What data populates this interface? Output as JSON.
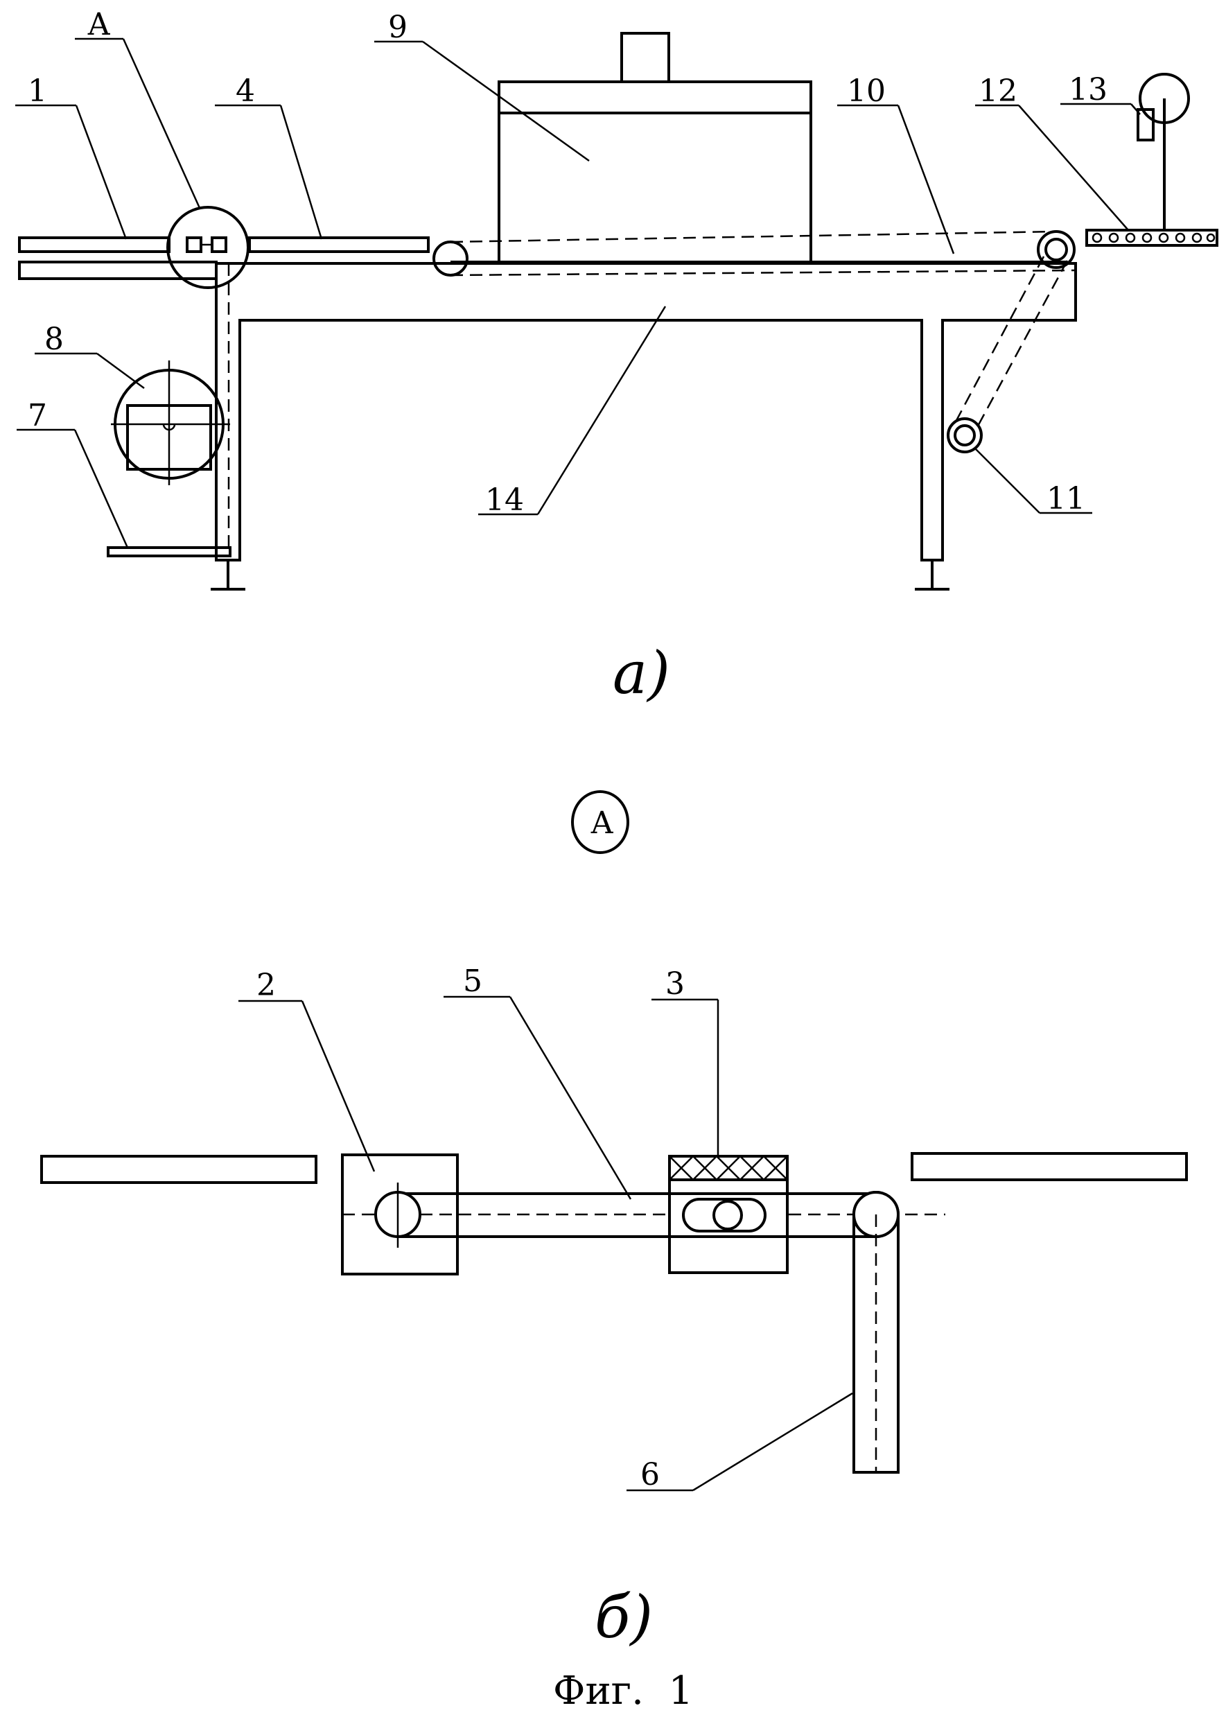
{
  "figure": {
    "caption": "Фиг.  1",
    "view_a_label": "а)",
    "view_b_label": "б)",
    "detail_callout": "А",
    "detail_marker": "А"
  },
  "labels": {
    "l1": "1",
    "l2": "2",
    "l3": "3",
    "l4": "4",
    "l5": "5",
    "l6": "6",
    "l7": "7",
    "l8": "8",
    "l9": "9",
    "l10": "10",
    "l11": "11",
    "l12": "12",
    "l13": "13",
    "l14": "14"
  }
}
